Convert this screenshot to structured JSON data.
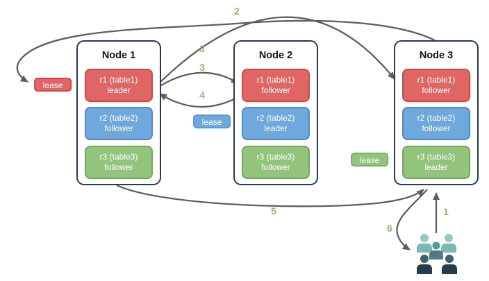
{
  "diagram": {
    "nodes": [
      {
        "title": "Node 1",
        "replicas": [
          {
            "label": "r1 (table1)",
            "role": "leader",
            "color": "red"
          },
          {
            "label": "r2 (table2)",
            "role": "follower",
            "color": "blue"
          },
          {
            "label": "r3 (table3)",
            "role": "follower",
            "color": "green"
          }
        ]
      },
      {
        "title": "Node 2",
        "replicas": [
          {
            "label": "r1 (table1)",
            "role": "follower",
            "color": "red"
          },
          {
            "label": "r2 (table2)",
            "role": "leader",
            "color": "blue"
          },
          {
            "label": "r3 (table3)",
            "role": "follower",
            "color": "green"
          }
        ]
      },
      {
        "title": "Node 3",
        "replicas": [
          {
            "label": "r1 (table1)",
            "role": "follower",
            "color": "red"
          },
          {
            "label": "r2 (table2)",
            "role": "follower",
            "color": "blue"
          },
          {
            "label": "r3 (table3)",
            "role": "leader",
            "color": "green"
          }
        ]
      }
    ],
    "leases": [
      {
        "label": "lease",
        "color": "red"
      },
      {
        "label": "lease",
        "color": "blue"
      },
      {
        "label": "lease",
        "color": "green"
      }
    ],
    "steps": {
      "s1": "1",
      "s2": "2",
      "s3a": "3",
      "s3b": "3",
      "s4": "4",
      "s5": "5",
      "s6": "6"
    },
    "icons": {
      "clients": "people-group-icon"
    },
    "colors": {
      "replica_red": "#e06666",
      "replica_blue": "#6fa8dc",
      "replica_green": "#93c47d",
      "node_border": "#28395e",
      "arrow": "#5f5f5f",
      "step_label": "#8cbd6f",
      "people_light": "#8fcbc8",
      "people_mid": "#4f99a1",
      "people_dark": "#223e4d"
    }
  }
}
